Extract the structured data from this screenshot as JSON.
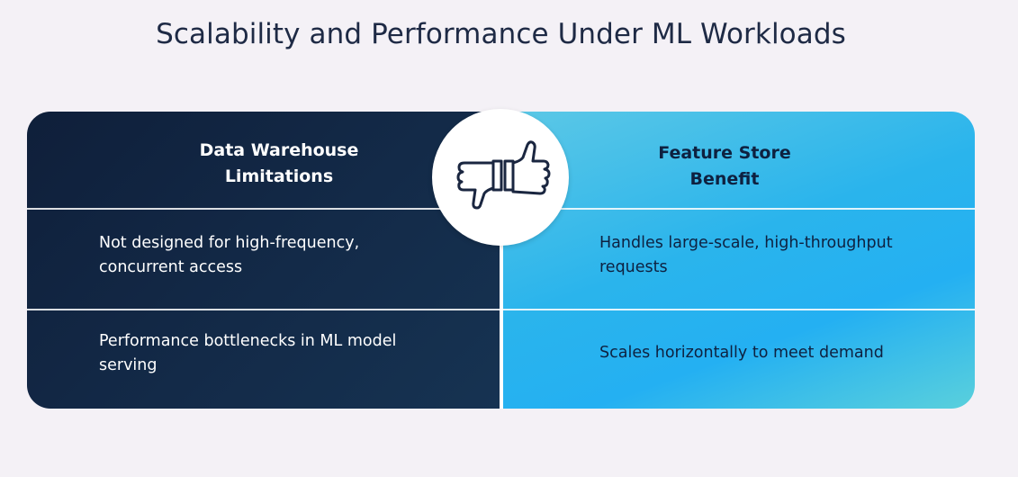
{
  "title": "Scalability and Performance Under ML Workloads",
  "left": {
    "header_line1": "Data Warehouse",
    "header_line2": "Limitations",
    "rows": [
      [
        "Not designed for high-frequency,",
        "concurrent access"
      ],
      [
        "Performance bottlenecks in ML model",
        "serving"
      ]
    ]
  },
  "right": {
    "header_line1": "Feature Store",
    "header_line2": "Benefit",
    "rows": [
      [
        "Handles large-scale, high-throughput",
        "requests"
      ],
      [
        "Scales horizontally to meet demand"
      ]
    ]
  },
  "center_icon": "thumbs-down-thumbs-up-icon",
  "colors": {
    "background": "#f4f1f6",
    "left_panel": "#132a48",
    "right_panel": "#24b0f2",
    "title": "#1e2a45"
  }
}
